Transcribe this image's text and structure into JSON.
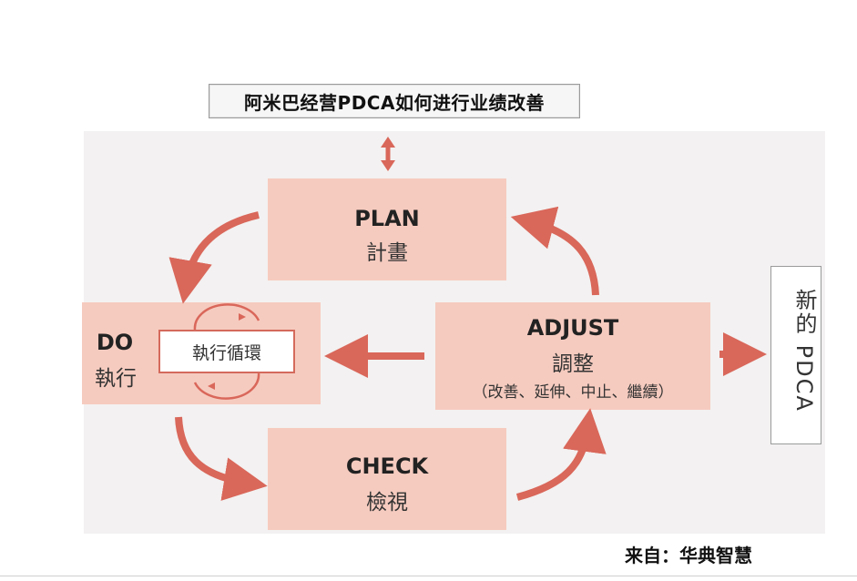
{
  "title": "阿米巴经营PDCA如何进行业绩改善",
  "plan": {
    "en": "PLAN",
    "zh": "計畫"
  },
  "do": {
    "en": "DO",
    "zh": "執行"
  },
  "check": {
    "en": "CHECK",
    "zh": "檢視"
  },
  "adjust": {
    "en": "ADJUST",
    "zh": "調整",
    "sub": "（改善、延伸、中止、繼續）"
  },
  "exec_cycle": "執行循環",
  "new_pdca": "新的 PDCA",
  "source": "来自：华典智慧",
  "colors": {
    "box": "#f6cbbf",
    "arrow": "#d9675a"
  }
}
